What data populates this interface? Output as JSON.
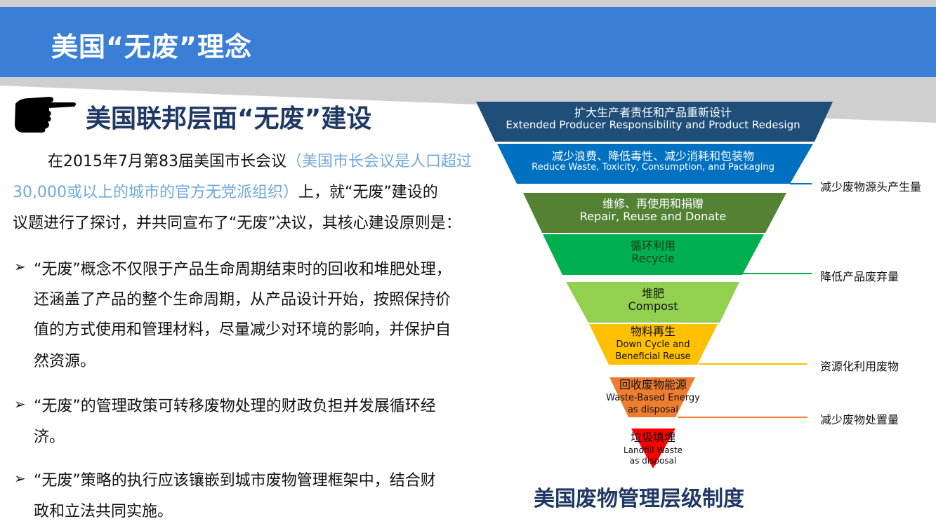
{
  "header": {
    "title": "美国“无废”理念"
  },
  "section": {
    "title": "美国联邦层面“无废”建设",
    "intro": {
      "line1_black": "在2015年7月第83届美国市长会议",
      "line1_blue": "（美国市长会议是人口超过",
      "line2_blue": "30,000或以上的城市的官方无党派组织）",
      "line2_black": "上，就“无废”建设的",
      "line3": "议题进行了探讨，并共同宣布了“无废”决议，其核心建设原则是："
    },
    "bullets": [
      {
        "lines": [
          "“无废”概念不仅限于产品生命周期结束时的回收和堆肥处理，",
          "还涵盖了产品的整个生命周期，从产品设计开始，按照保持价",
          "值的方式使用和管理材料，尽量减少对环境的影响，并保护自",
          "然资源。"
        ]
      },
      {
        "lines": [
          "“无废”的管理政策可转移废物处理的财政负担并发展循环经",
          "济。"
        ]
      },
      {
        "lines": [
          "“无废”策略的执行应该镶嵌到城市废物管理框架中，结合财",
          "政和立法共同实施。"
        ]
      }
    ],
    "bullet_symbol": "➢"
  },
  "hierarchy": {
    "title": "美国废物管理层级制度",
    "levels": [
      {
        "zh": "扩大生产者责任和产品重新设计",
        "en": "Extended Producer Responsibility and Product Redesign",
        "color": "#1f4e79"
      },
      {
        "zh": "减少浪费、降低毒性、减少消耗和包装物",
        "en": "Reduce Waste, Toxicity, Consumption, and Packaging",
        "color": "#0070c0"
      },
      {
        "zh": "维修、再使用和捐赠",
        "en": "Repair, Reuse and Donate",
        "color": "#548235"
      },
      {
        "zh": "循环利用",
        "en": "Recycle",
        "color": "#00b050"
      },
      {
        "zh": "堆肥",
        "en": "Compost",
        "color": "#92d050"
      },
      {
        "zh": "物料再生",
        "en": "Down Cycle and Beneficial Reuse",
        "color": "#ffc000"
      },
      {
        "zh": "回收废物能源",
        "en": "Waste-Based Energy as disposal",
        "color": "#ed7d31"
      },
      {
        "zh": "垃圾填埋",
        "en": "Landfill Waste as disposal",
        "color": "#ff0000"
      }
    ],
    "groups": [
      {
        "label": "减少废物源头产生量",
        "color": "#0070c0"
      },
      {
        "label": "降低产品废弃量",
        "color": "#00b050"
      },
      {
        "label": "资源化利用废物",
        "color": "#ffc000"
      },
      {
        "label": "减少废物处置量",
        "color": "#ed7d31"
      }
    ]
  }
}
